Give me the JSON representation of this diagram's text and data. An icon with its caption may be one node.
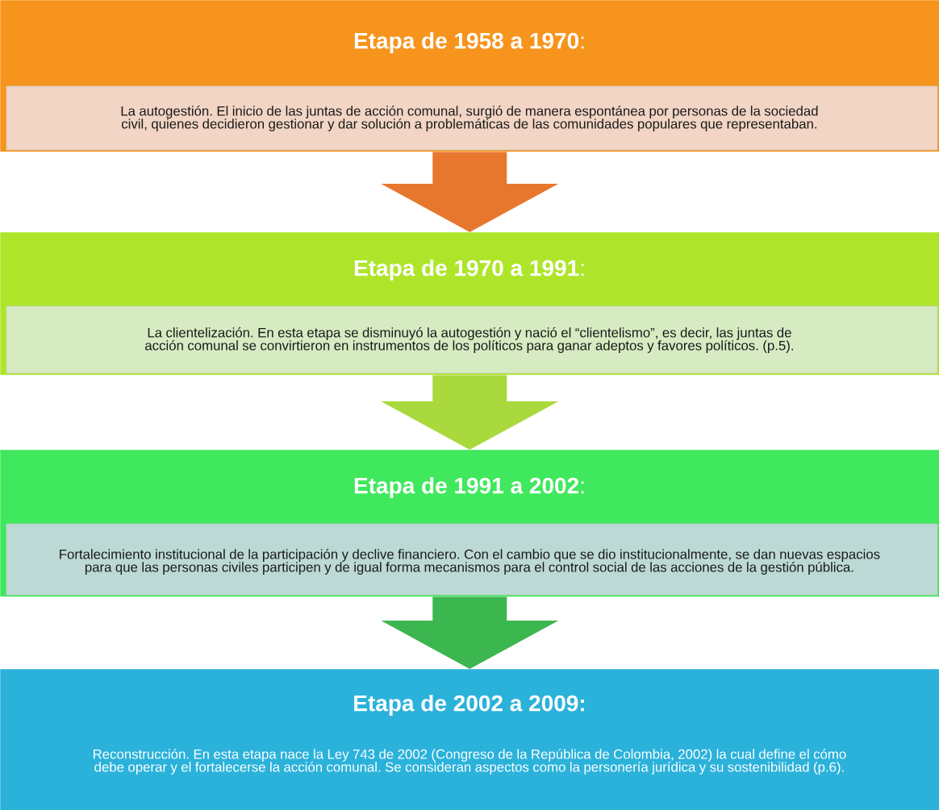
{
  "diagram": {
    "nodes": [
      {
        "text": [
          "**Etapa de 1958 a 1970**:",
          "La autogestión. El inicio de las juntas de acción comunal, surgió de manera espontánea por personas de la sociedad civil, quienes decidieron gestionar y dar solución a problemáticas de las comunidades populares que representaban."
        ]
      },
      {
        "text": [
          "**Etapa de 1970 a 1991**:",
          "La clientelización. En esta etapa se disminuyó la autogestión y nació el “clientelismo”, es decir, las juntas de acción comunal se convirtieron en instrumentos de los políticos para ganar adeptos y favores políticos. (p.5)."
        ]
      },
      {
        "text": [
          "**Etapa de 1991 a 2002**:",
          "Fortalecimiento institucional de la participación y declive financiero. Con el cambio que se dio institucionalmente, se dan nuevas espacios para que las personas civiles participen y de igual forma mecanismos para el control social de las acciones de la gestión pública."
        ]
      },
      {
        "text": [
          "Etapa de 2002 a 2009:",
          "Reconstrucción. En esta etapa nace la Ley 743 de 2002 (Congreso de la República de Colombia, 2002) la cual define el cómo debe operar y el fortalecerse la acción comunal. Se consideran aspectos como la personería jurídica y su sostenibilidad (p.6)."
        ]
      }
    ],
    "edges": [
      {
        "from": 0,
        "to": 1,
        "arrow": "to",
        "color": "#e8772e"
      },
      {
        "from": 1,
        "to": 2,
        "arrow": "to",
        "color": "#a9d93c"
      },
      {
        "from": 2,
        "to": 3,
        "arrow": "to",
        "color": "#3cb64e"
      }
    ]
  }
}
